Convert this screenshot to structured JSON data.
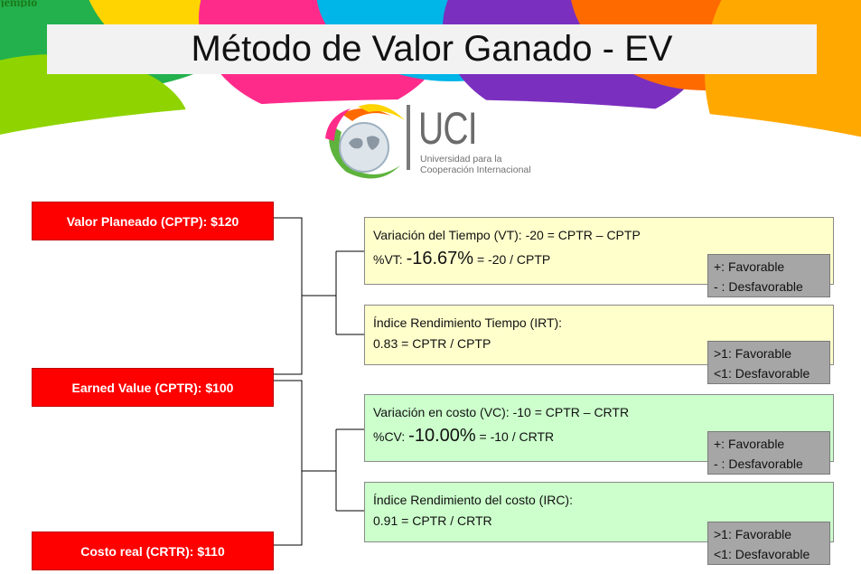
{
  "corner_text": "jemplo",
  "title": "Método de Valor Ganado - EV",
  "logo": {
    "name": "UCI",
    "subtitle_line1": "Universidad para la",
    "subtitle_line2": "Cooperación Internacional"
  },
  "left_boxes": [
    {
      "label": "Valor Planeado (CPTP): $120"
    },
    {
      "label": "Earned Value (CPTR): $100"
    },
    {
      "label": "Costo real (CRTR): $110"
    }
  ],
  "metrics": [
    {
      "line1": "Variación del Tiempo (VT): -20 = CPTR – CPTP",
      "line2_prefix": "%VT: ",
      "line2_value": "-16.67%",
      "line2_suffix": " = -20 / CPTP",
      "legend_line1": "+: Favorable",
      "legend_line2": "- : Desfavorable"
    },
    {
      "line1": "Índice Rendimiento Tiempo (IRT):",
      "line2_prefix": "0.83 = CPTR / CPTP",
      "line2_value": "",
      "line2_suffix": "",
      "legend_line1": ">1: Favorable",
      "legend_line2": "<1: Desfavorable"
    },
    {
      "line1": "Variación en costo (VC): -10 = CPTR – CRTR",
      "line2_prefix": "%CV: ",
      "line2_value": "-10.00%",
      "line2_suffix": " = -10 / CRTR",
      "legend_line1": "+: Favorable",
      "legend_line2": "- : Desfavorable"
    },
    {
      "line1": "Índice Rendimiento del costo (IRC):",
      "line2_prefix": "0.91 = CPTR / CRTR",
      "line2_value": "",
      "line2_suffix": "",
      "legend_line1": ">1: Favorable",
      "legend_line2": "<1: Desfavorable"
    }
  ],
  "colors": {
    "red": "#ff0000",
    "yellow": "#ffffcc",
    "green": "#ccffcc",
    "gray": "#a6a6a6"
  }
}
